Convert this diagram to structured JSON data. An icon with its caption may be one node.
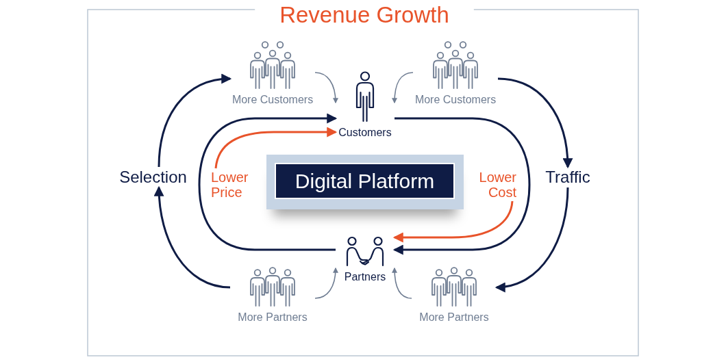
{
  "diagram": {
    "title": "Revenue Growth",
    "nodes": [
      {
        "text": [
          "More Customers"
        ]
      },
      {
        "text": [
          "Customers"
        ]
      },
      {
        "text": [
          "More Customers"
        ]
      },
      {
        "text": [
          "Selection"
        ]
      },
      {
        "text": [
          "Lower Price"
        ]
      },
      {
        "text": [
          "Digital Platform"
        ]
      },
      {
        "text": [
          "Lower Cost"
        ]
      },
      {
        "text": [
          "Traffic"
        ]
      },
      {
        "text": [
          "Partners"
        ]
      },
      {
        "text": [
          "More Partners"
        ]
      },
      {
        "text": [
          "More Partners"
        ]
      }
    ],
    "edges": [
      {
        "from": 3,
        "to": 0,
        "arrow": "to"
      },
      {
        "from": 0,
        "to": 1,
        "arrow": "to",
        "color": "#6f7d92"
      },
      {
        "from": 2,
        "to": 1,
        "arrow": "to",
        "color": "#6f7d92"
      },
      {
        "from": 2,
        "to": 7,
        "arrow": "to"
      },
      {
        "from": 7,
        "to": 10,
        "arrow": "to"
      },
      {
        "from": 10,
        "to": 8,
        "arrow": "to",
        "color": "#6f7d92"
      },
      {
        "from": 9,
        "to": 8,
        "arrow": "to",
        "color": "#6f7d92"
      },
      {
        "from": 9,
        "to": 3,
        "arrow": "to"
      },
      {
        "from": 8,
        "to": 1,
        "arrow": "to"
      },
      {
        "from": 1,
        "to": 8,
        "arrow": "to"
      },
      {
        "from": 4,
        "to": 1,
        "arrow": "to",
        "color": "#e8532a"
      },
      {
        "from": 6,
        "to": 8,
        "arrow": "to",
        "color": "#e8532a"
      }
    ]
  }
}
